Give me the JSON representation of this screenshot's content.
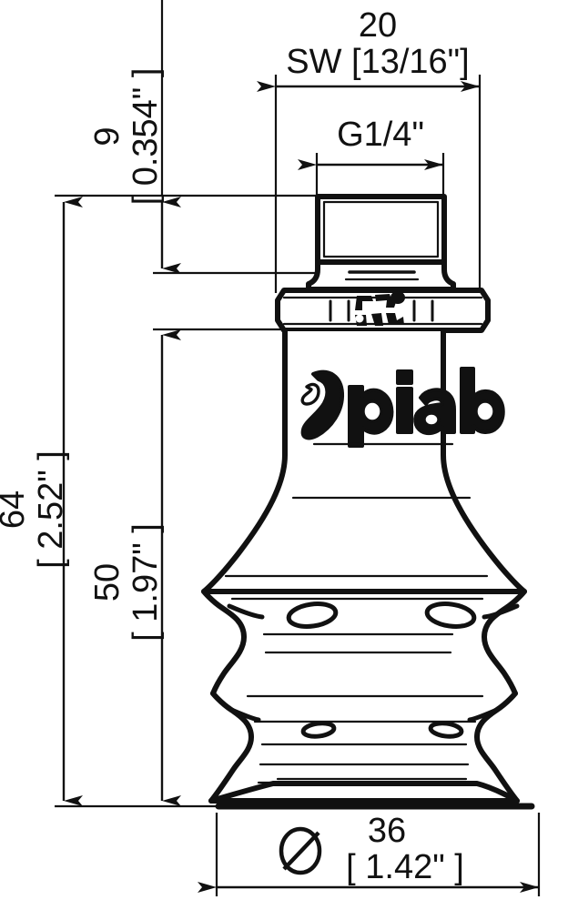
{
  "drawing": {
    "type": "technical-dimensional-drawing",
    "subject": "piab vacuum suction cup with G1/4\" male threaded fitting",
    "brand_logo_text": "piab",
    "background_color": "#ffffff",
    "line_color": "#111111"
  },
  "dimensions": {
    "hex_width": {
      "id": "sw-20",
      "value_mm": "20",
      "label_line1": "20",
      "label_line2": "SW [13/16\"]",
      "imperial": "13/16\"",
      "prefix": "SW",
      "orientation": "horizontal",
      "position": "top"
    },
    "thread": {
      "id": "thread-g14",
      "label": "G1/4\"",
      "orientation": "horizontal",
      "position": "top-inner"
    },
    "thread_length": {
      "id": "h-9",
      "value_mm": "9",
      "label_metric": "9",
      "label_imperial": "[ 0.354\" ]",
      "orientation": "vertical-rotated",
      "position": "upper-left"
    },
    "cup_height": {
      "id": "h-50",
      "value_mm": "50",
      "label_metric": "50",
      "label_imperial": "[ 1.97\" ]",
      "orientation": "vertical-rotated",
      "position": "mid-left"
    },
    "total_height": {
      "id": "h-64",
      "value_mm": "64",
      "label_metric": "64",
      "label_imperial": "[ 2.52\" ]",
      "orientation": "vertical-rotated",
      "position": "far-left"
    },
    "cup_diameter": {
      "id": "dia-36",
      "value_mm": "36",
      "symbol": "Ø",
      "label_metric": "36",
      "label_imperial": "[ 1.42\" ]",
      "orientation": "horizontal",
      "position": "bottom"
    }
  },
  "icons": {
    "diameter_symbol": "diameter-icon",
    "arrow_head": "arrow-head-icon",
    "piab_logo_mark": "piab-swoosh-icon"
  }
}
